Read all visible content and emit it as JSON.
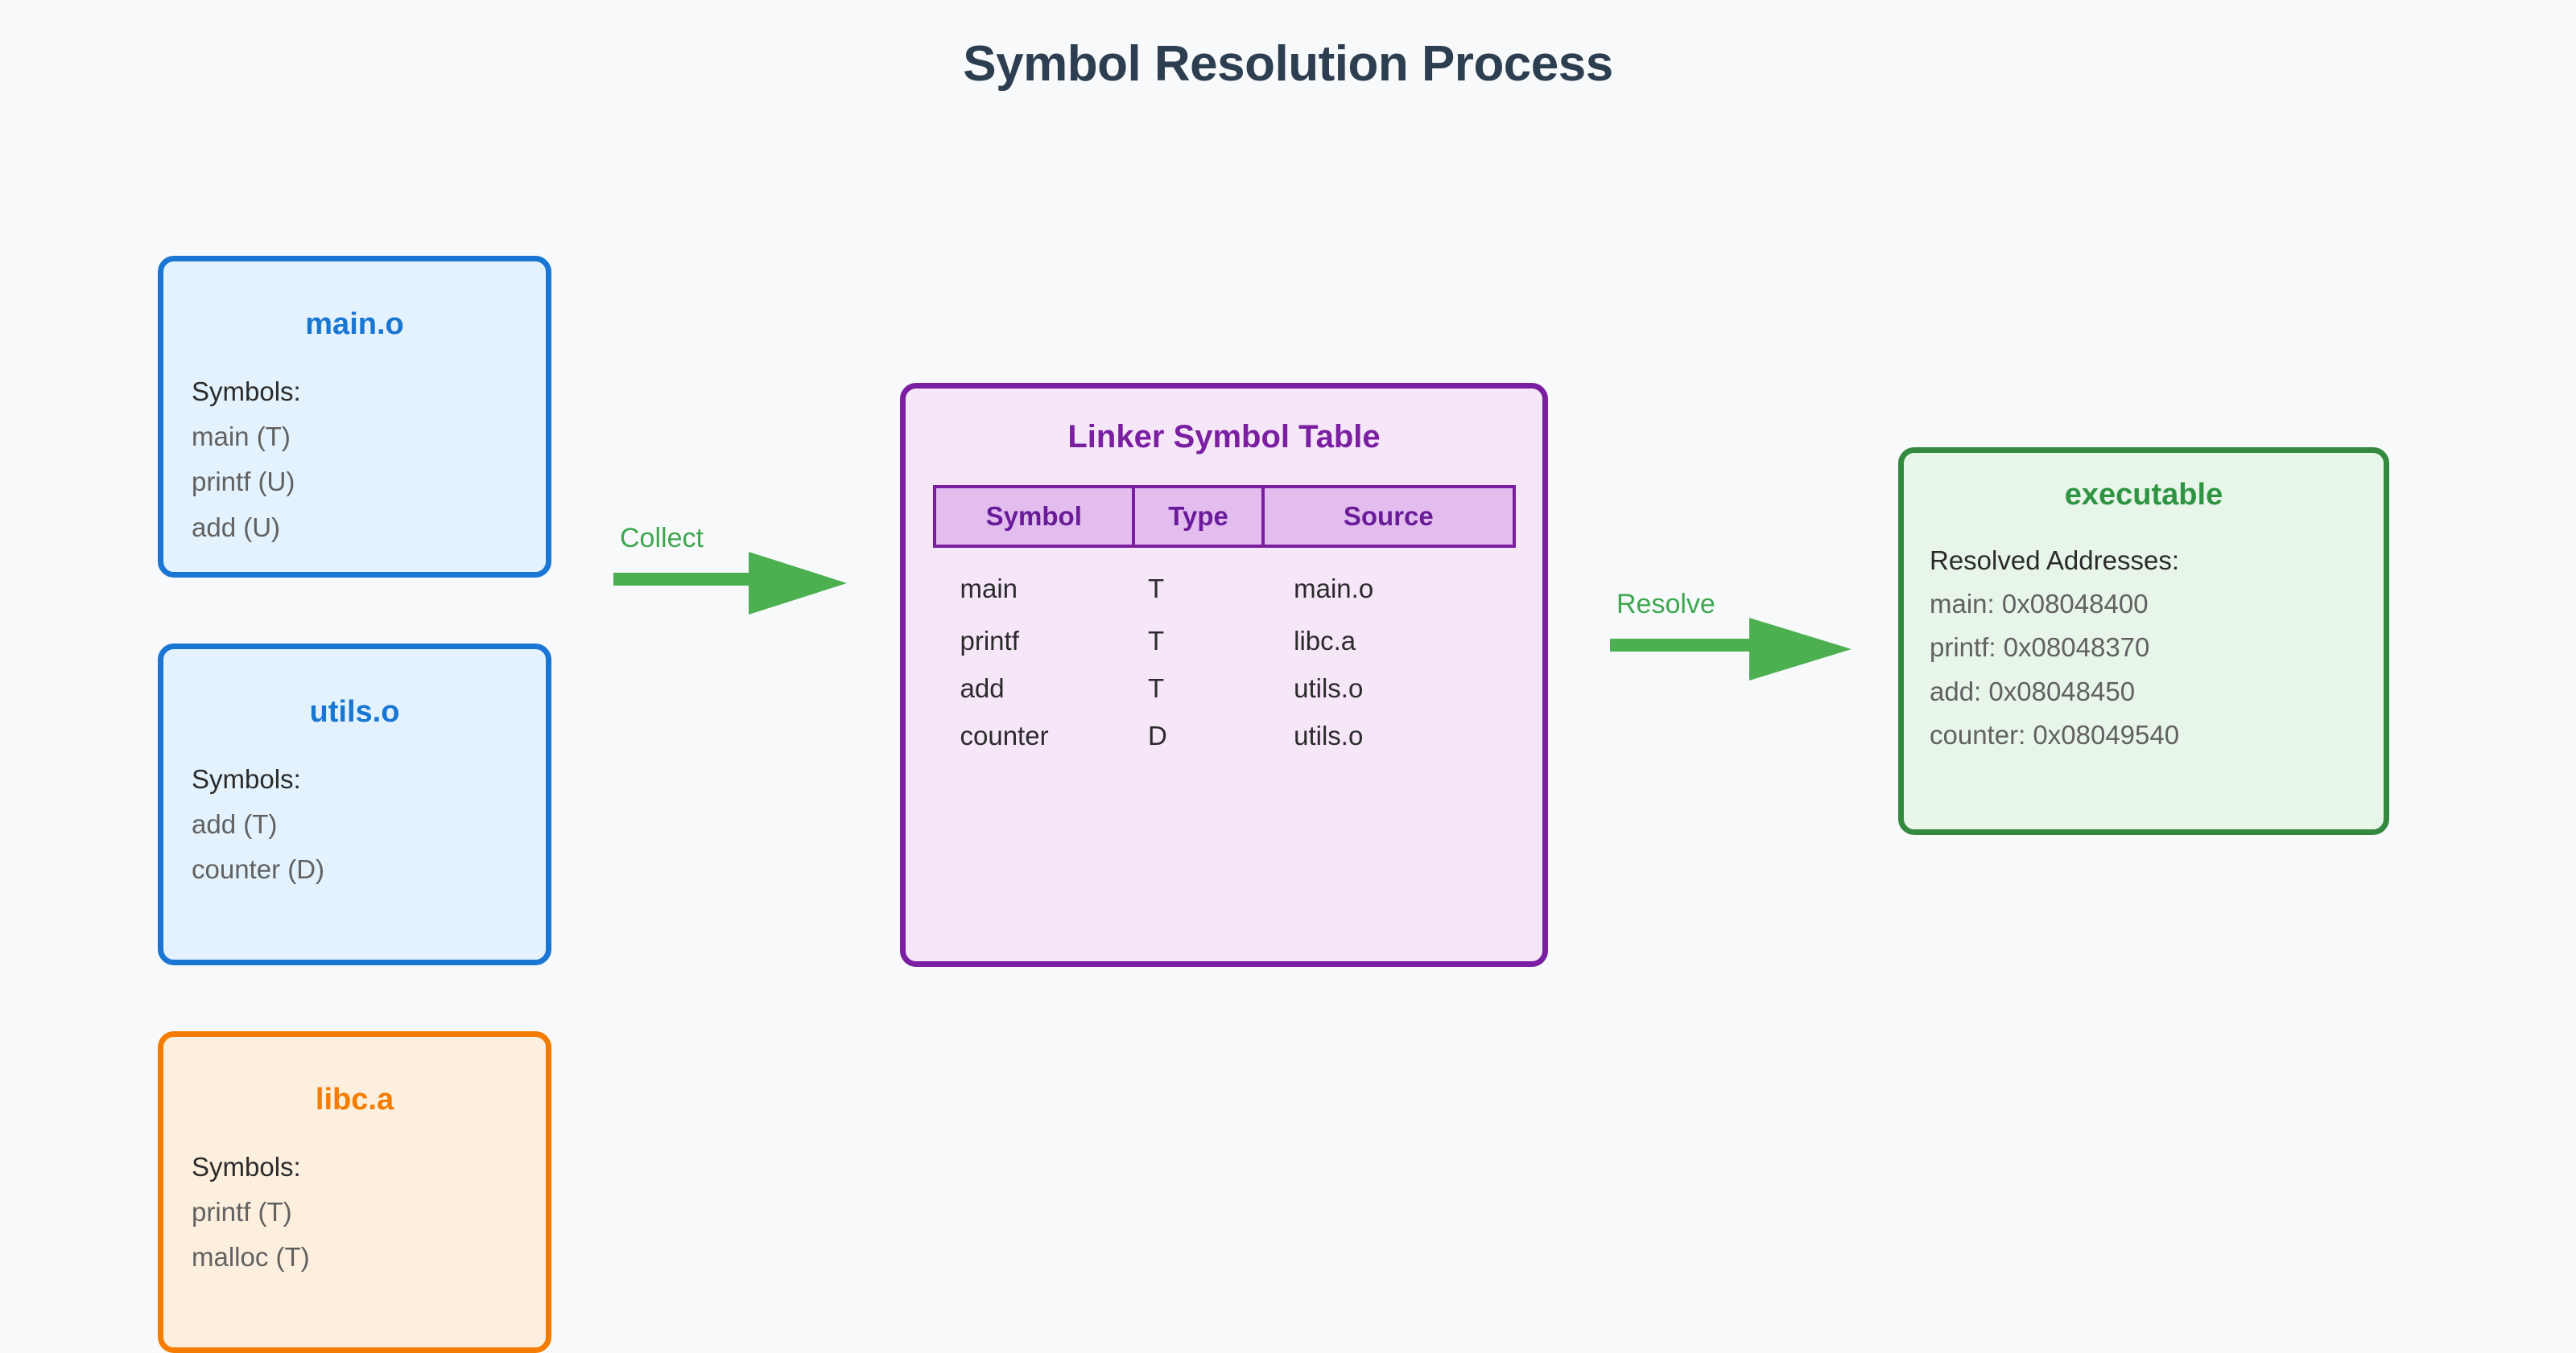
{
  "title": "Symbol Resolution Process",
  "colors": {
    "background": "#f7f9fb",
    "title": "#2c3e50",
    "object_border": "#1976d2",
    "object_fill": "#e3f2fd",
    "archive_border": "#f57c00",
    "archive_fill": "#fdefdd",
    "symtab_border": "#7b1fa2",
    "symtab_fill": "#f5e6f8",
    "symtab_header_fill": "#e3bdee",
    "exe_border": "#338a3e",
    "exe_fill": "#e8f5e9",
    "arrow": "#4caf50"
  },
  "inputs": [
    {
      "name": "main.o",
      "section_label": "Symbols:",
      "symbols": [
        "main (T)",
        "printf (U)",
        "add (U)"
      ]
    },
    {
      "name": "utils.o",
      "section_label": "Symbols:",
      "symbols": [
        "add (T)",
        "counter (D)"
      ]
    },
    {
      "name": "libc.a",
      "section_label": "Symbols:",
      "symbols": [
        "printf (T)",
        "malloc (T)"
      ]
    }
  ],
  "symbol_table": {
    "title": "Linker Symbol Table",
    "columns": [
      "Symbol",
      "Type",
      "Source"
    ],
    "rows": [
      [
        "main",
        "T",
        "main.o"
      ],
      [
        "printf",
        "T",
        "libc.a"
      ],
      [
        "add",
        "T",
        "utils.o"
      ],
      [
        "counter",
        "D",
        "utils.o"
      ]
    ]
  },
  "output": {
    "name": "executable",
    "section_label": "Resolved Addresses:",
    "addresses": [
      "main: 0x08048400",
      "printf: 0x08048370",
      "add: 0x08048450",
      "counter: 0x08049540"
    ]
  },
  "arrows": [
    {
      "label": "Collect"
    },
    {
      "label": "Resolve"
    }
  ]
}
